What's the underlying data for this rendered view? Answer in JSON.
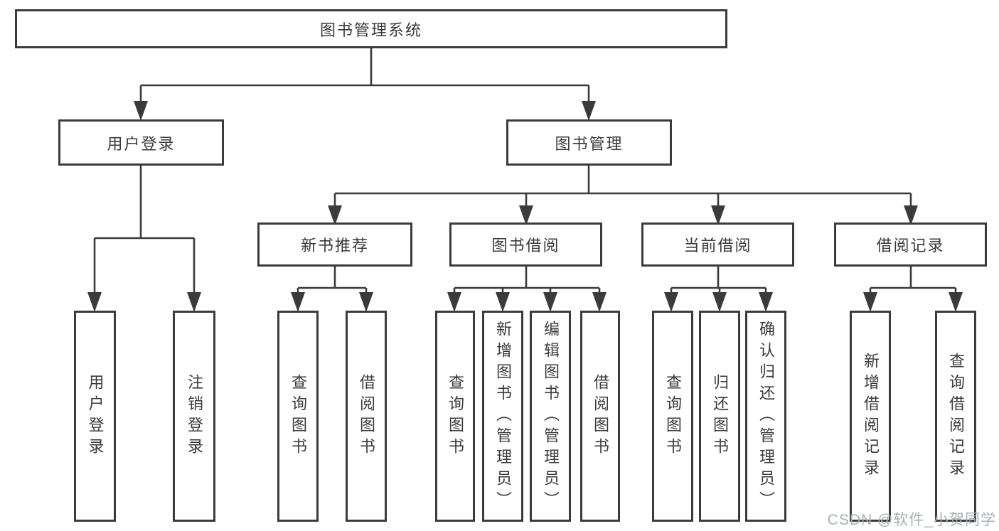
{
  "diagram": {
    "root": "图书管理系统",
    "branches": [
      {
        "label": "用户登录",
        "children": [
          "用户登录",
          "注销登录"
        ]
      },
      {
        "label": "图书管理",
        "sections": [
          {
            "label": "新书推荐",
            "children": [
              "查询图书",
              "借阅图书"
            ]
          },
          {
            "label": "图书借阅",
            "children": [
              "查询图书",
              "新增图书（管理员）",
              "编辑图书（管理员）",
              "借阅图书"
            ]
          },
          {
            "label": "当前借阅",
            "children": [
              "查询图书",
              "归还图书",
              "确认归还（管理员）"
            ]
          },
          {
            "label": "借阅记录",
            "children": [
              "新增借阅记录",
              "查询借阅记录"
            ]
          }
        ]
      }
    ]
  },
  "watermark": "CSDN @软件_小贺同学",
  "colors": {
    "line": "#3b3b3b",
    "text": "#3a3a3a",
    "watermark": "#a9aeb4"
  }
}
